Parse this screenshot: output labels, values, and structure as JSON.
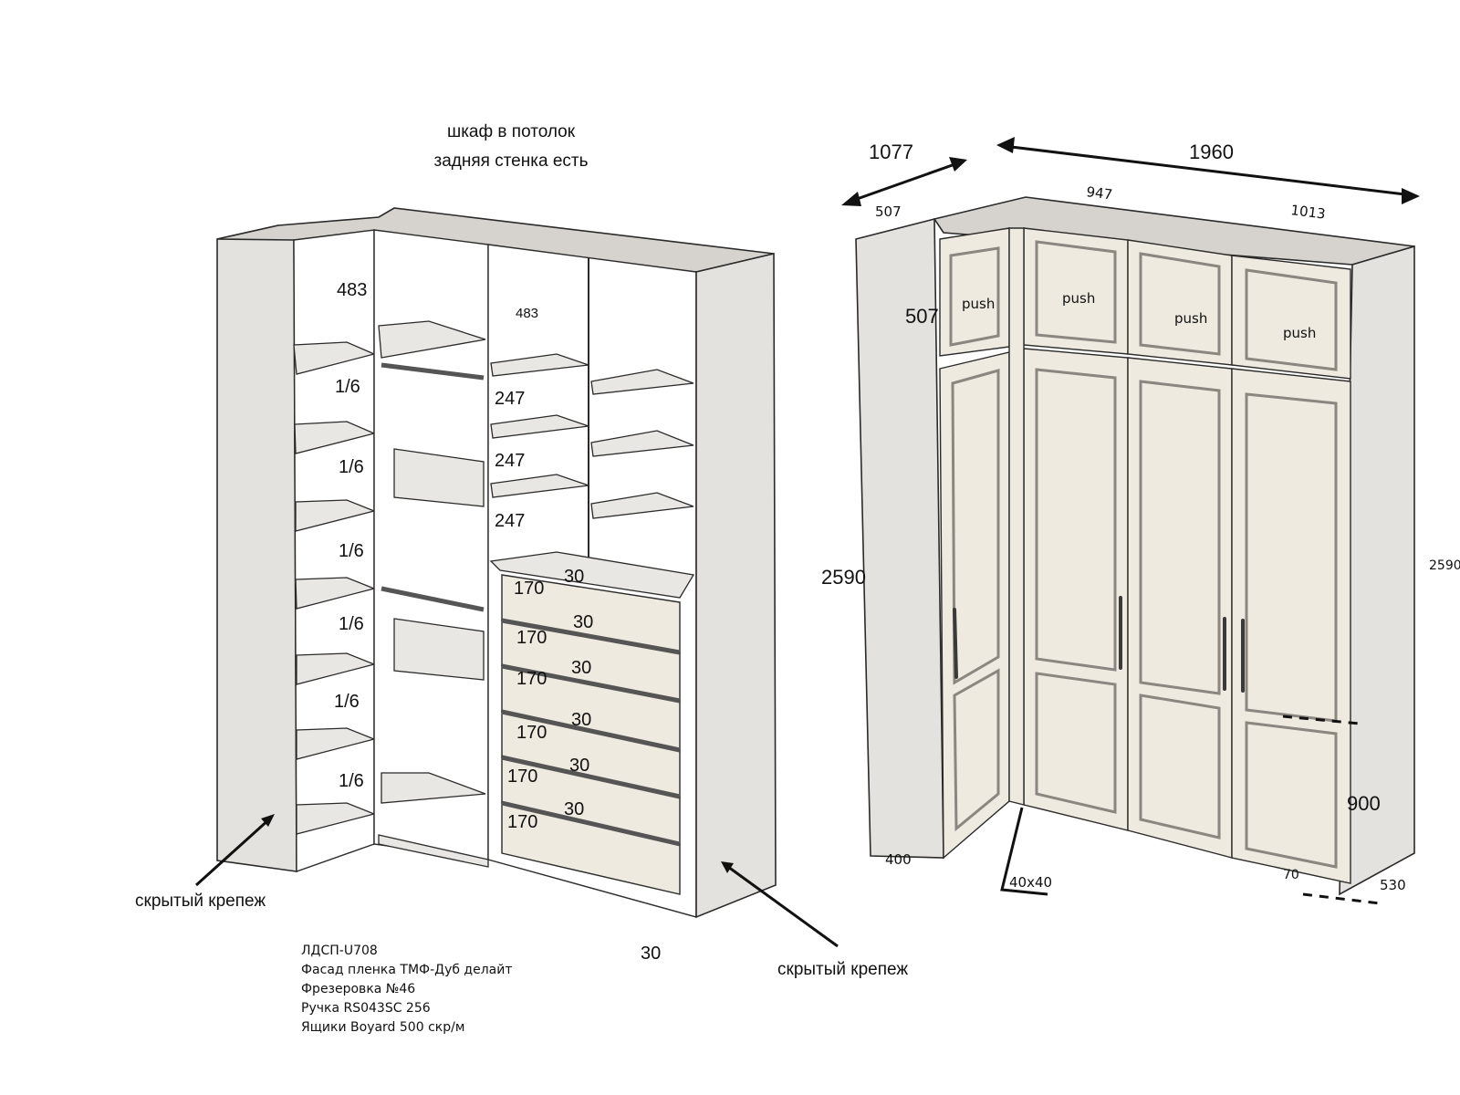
{
  "title": {
    "line1": "шкаф в потолок",
    "line2": "задняя стенка есть"
  },
  "left_unit": {
    "top_heights": [
      "483",
      "483"
    ],
    "column_shelves": [
      "1/6",
      "1/6",
      "1/6",
      "1/6",
      "1/6",
      "1/6"
    ],
    "mid_shelves": [
      "247",
      "247",
      "247"
    ],
    "drawers": [
      "170",
      "170",
      "170",
      "170",
      "170",
      "170"
    ],
    "drawer_gaps": [
      "30",
      "30",
      "30",
      "30",
      "30",
      "30"
    ],
    "bottom_dim": "30",
    "hidden_fastener_left": "скрытый крепеж",
    "hidden_fastener_right": "скрытый крепеж"
  },
  "right_unit": {
    "dims": {
      "depth_total": "1077",
      "width_total": "1960",
      "top_left_depth": "507",
      "top_mid": "947",
      "top_right": "1013",
      "mezz_height": "507",
      "height_left": "2590",
      "height_right": "2590",
      "bottom_left": "400",
      "corner_post": "40x40",
      "plinth": "70",
      "bottom_right": "530",
      "dashed_height": "900"
    },
    "push_labels": [
      "push",
      "push",
      "push",
      "push"
    ]
  },
  "notes": [
    "ЛДСП-U708",
    "Фасад пленка ТМФ-Дуб делайт",
    "Фрезеровка №46",
    "Ручка RS043SC 256",
    "Ящики Boyard 500 скр/м"
  ]
}
